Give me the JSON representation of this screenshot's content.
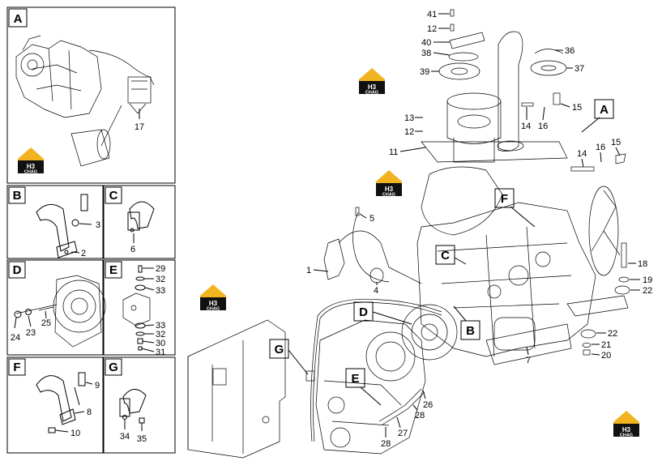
{
  "panels": [
    {
      "letter": "A",
      "labels": [
        "17"
      ]
    },
    {
      "letter": "B",
      "labels": [
        "3",
        "2"
      ]
    },
    {
      "letter": "C",
      "labels": [
        "6"
      ]
    },
    {
      "letter": "D",
      "labels": [
        "24",
        "23",
        "25"
      ]
    },
    {
      "letter": "E",
      "labels": [
        "29",
        "32",
        "33",
        "33",
        "32",
        "30",
        "31"
      ]
    },
    {
      "letter": "F",
      "labels": [
        "9",
        "8",
        "10"
      ]
    },
    {
      "letter": "G",
      "labels": [
        "34",
        "35"
      ]
    }
  ],
  "main_callouts": {
    "boxes": [
      "A",
      "F",
      "C",
      "D",
      "B",
      "G",
      "E"
    ],
    "labels": [
      "41",
      "12",
      "40",
      "38",
      "36",
      "39",
      "37",
      "13",
      "12",
      "11",
      "14",
      "16",
      "15",
      "14",
      "16",
      "15",
      "5",
      "1",
      "4",
      "18",
      "19",
      "22",
      "22",
      "21",
      "20",
      "7",
      "26",
      "28",
      "27",
      "28"
    ]
  },
  "logo": {
    "line1": "H3",
    "line2": "CHAG",
    "colors": {
      "primary": "#f2b321",
      "dark": "#111111"
    }
  }
}
